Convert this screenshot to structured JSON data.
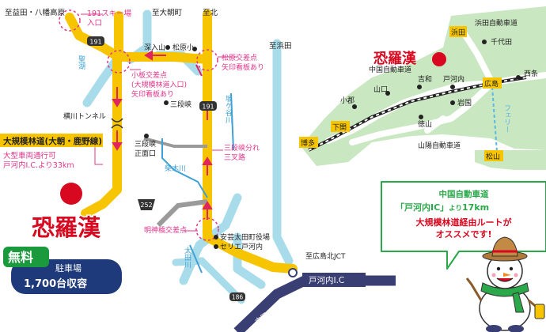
{
  "local_map": {
    "dest_top_left": "至益田・八幡高原",
    "dest_top_mid": "至大朝町",
    "dest_top_right": "至北",
    "dest_hamada": "至浜田",
    "ski_label": "191スキー場",
    "ski_label2": "入口",
    "route_191": "191",
    "route_252": "252",
    "route_186": "186",
    "fukairiyama": "深入山",
    "matsuharasho": "松原小",
    "matsuhara_junction": "松原交差点",
    "matsuhara_junction_sub": "矢印看板あり",
    "koita_junction": "小板交差点",
    "koita_junction_sub1": "(大規模林道入口)",
    "koita_junction_sub2": "矢印看板あり",
    "hijiri_lake": "聖湖",
    "yokogawa_tunnel": "横川トンネル",
    "sandankyo": "三段峡",
    "sandankyo_entrance1": "三段峡",
    "sandankyo_entrance2": "正面口",
    "sakagoro_river": "坂ケ谷川",
    "shibaki_river": "柴木川",
    "ota_river": "太田川",
    "sandankyo_fork1": "三段峡分れ",
    "sandankyo_fork2": "三叉路",
    "forest_road_title": "大規模林道(大朝・鹿野線)",
    "forest_road_sub1": "大型車両通行可",
    "forest_road_sub2": "戸河内I.C.より33km",
    "destination_name": "恐羅漢",
    "meijin_junction": "明神橋交差点",
    "akigo_office": "安芸太田町役場",
    "seven_eleven": "セリエ戸河内",
    "kitajct": "至広島北JCT",
    "togouchi_ic": "戸河内I.C",
    "chugoku_exp": "中国自動車道",
    "parking_free": "無料",
    "parking_label": "駐車場",
    "parking_capacity": "1,700台収容"
  },
  "wide_map": {
    "destination": "恐羅漢",
    "chugoku_exp": "中国自動車道",
    "hamada_exp": "浜田自動車道",
    "sanyo_exp": "山陽自動車道",
    "ferry": "フェリー",
    "cities": {
      "hamada": "浜田",
      "chiyoda": "千代田",
      "nishiki": "西条",
      "hiroshima": "広島",
      "togouchi": "戸河内",
      "yoshiwa": "吉和",
      "yamaguchi": "山口",
      "ogori": "小郡",
      "iwakuni": "岩国",
      "tokuyama": "徳山",
      "shimonoseki": "下関",
      "hakata": "博多",
      "matsuyama": "松山"
    }
  },
  "callout": {
    "line1": "中国自動車道",
    "line2a": "「戸河内IC」",
    "line2b": "より",
    "line2c": "17km",
    "line3": "大規模林道経由ルートが",
    "line4": "オススメです!"
  },
  "colors": {
    "road_yellow": "#f7c400",
    "road_cyan": "#9ad7e6",
    "river_blue": "#3ea0d4",
    "expressway_navy": "#3a3f73",
    "pink_accent": "#e2348a",
    "route_arrow_red": "#e0245e",
    "dest_red": "#d7081f",
    "parking_green": "#1a9a3d",
    "parking_navy": "#1e3a7a",
    "wide_land": "#c9e7c0",
    "callout_green": "#2aa84a"
  }
}
